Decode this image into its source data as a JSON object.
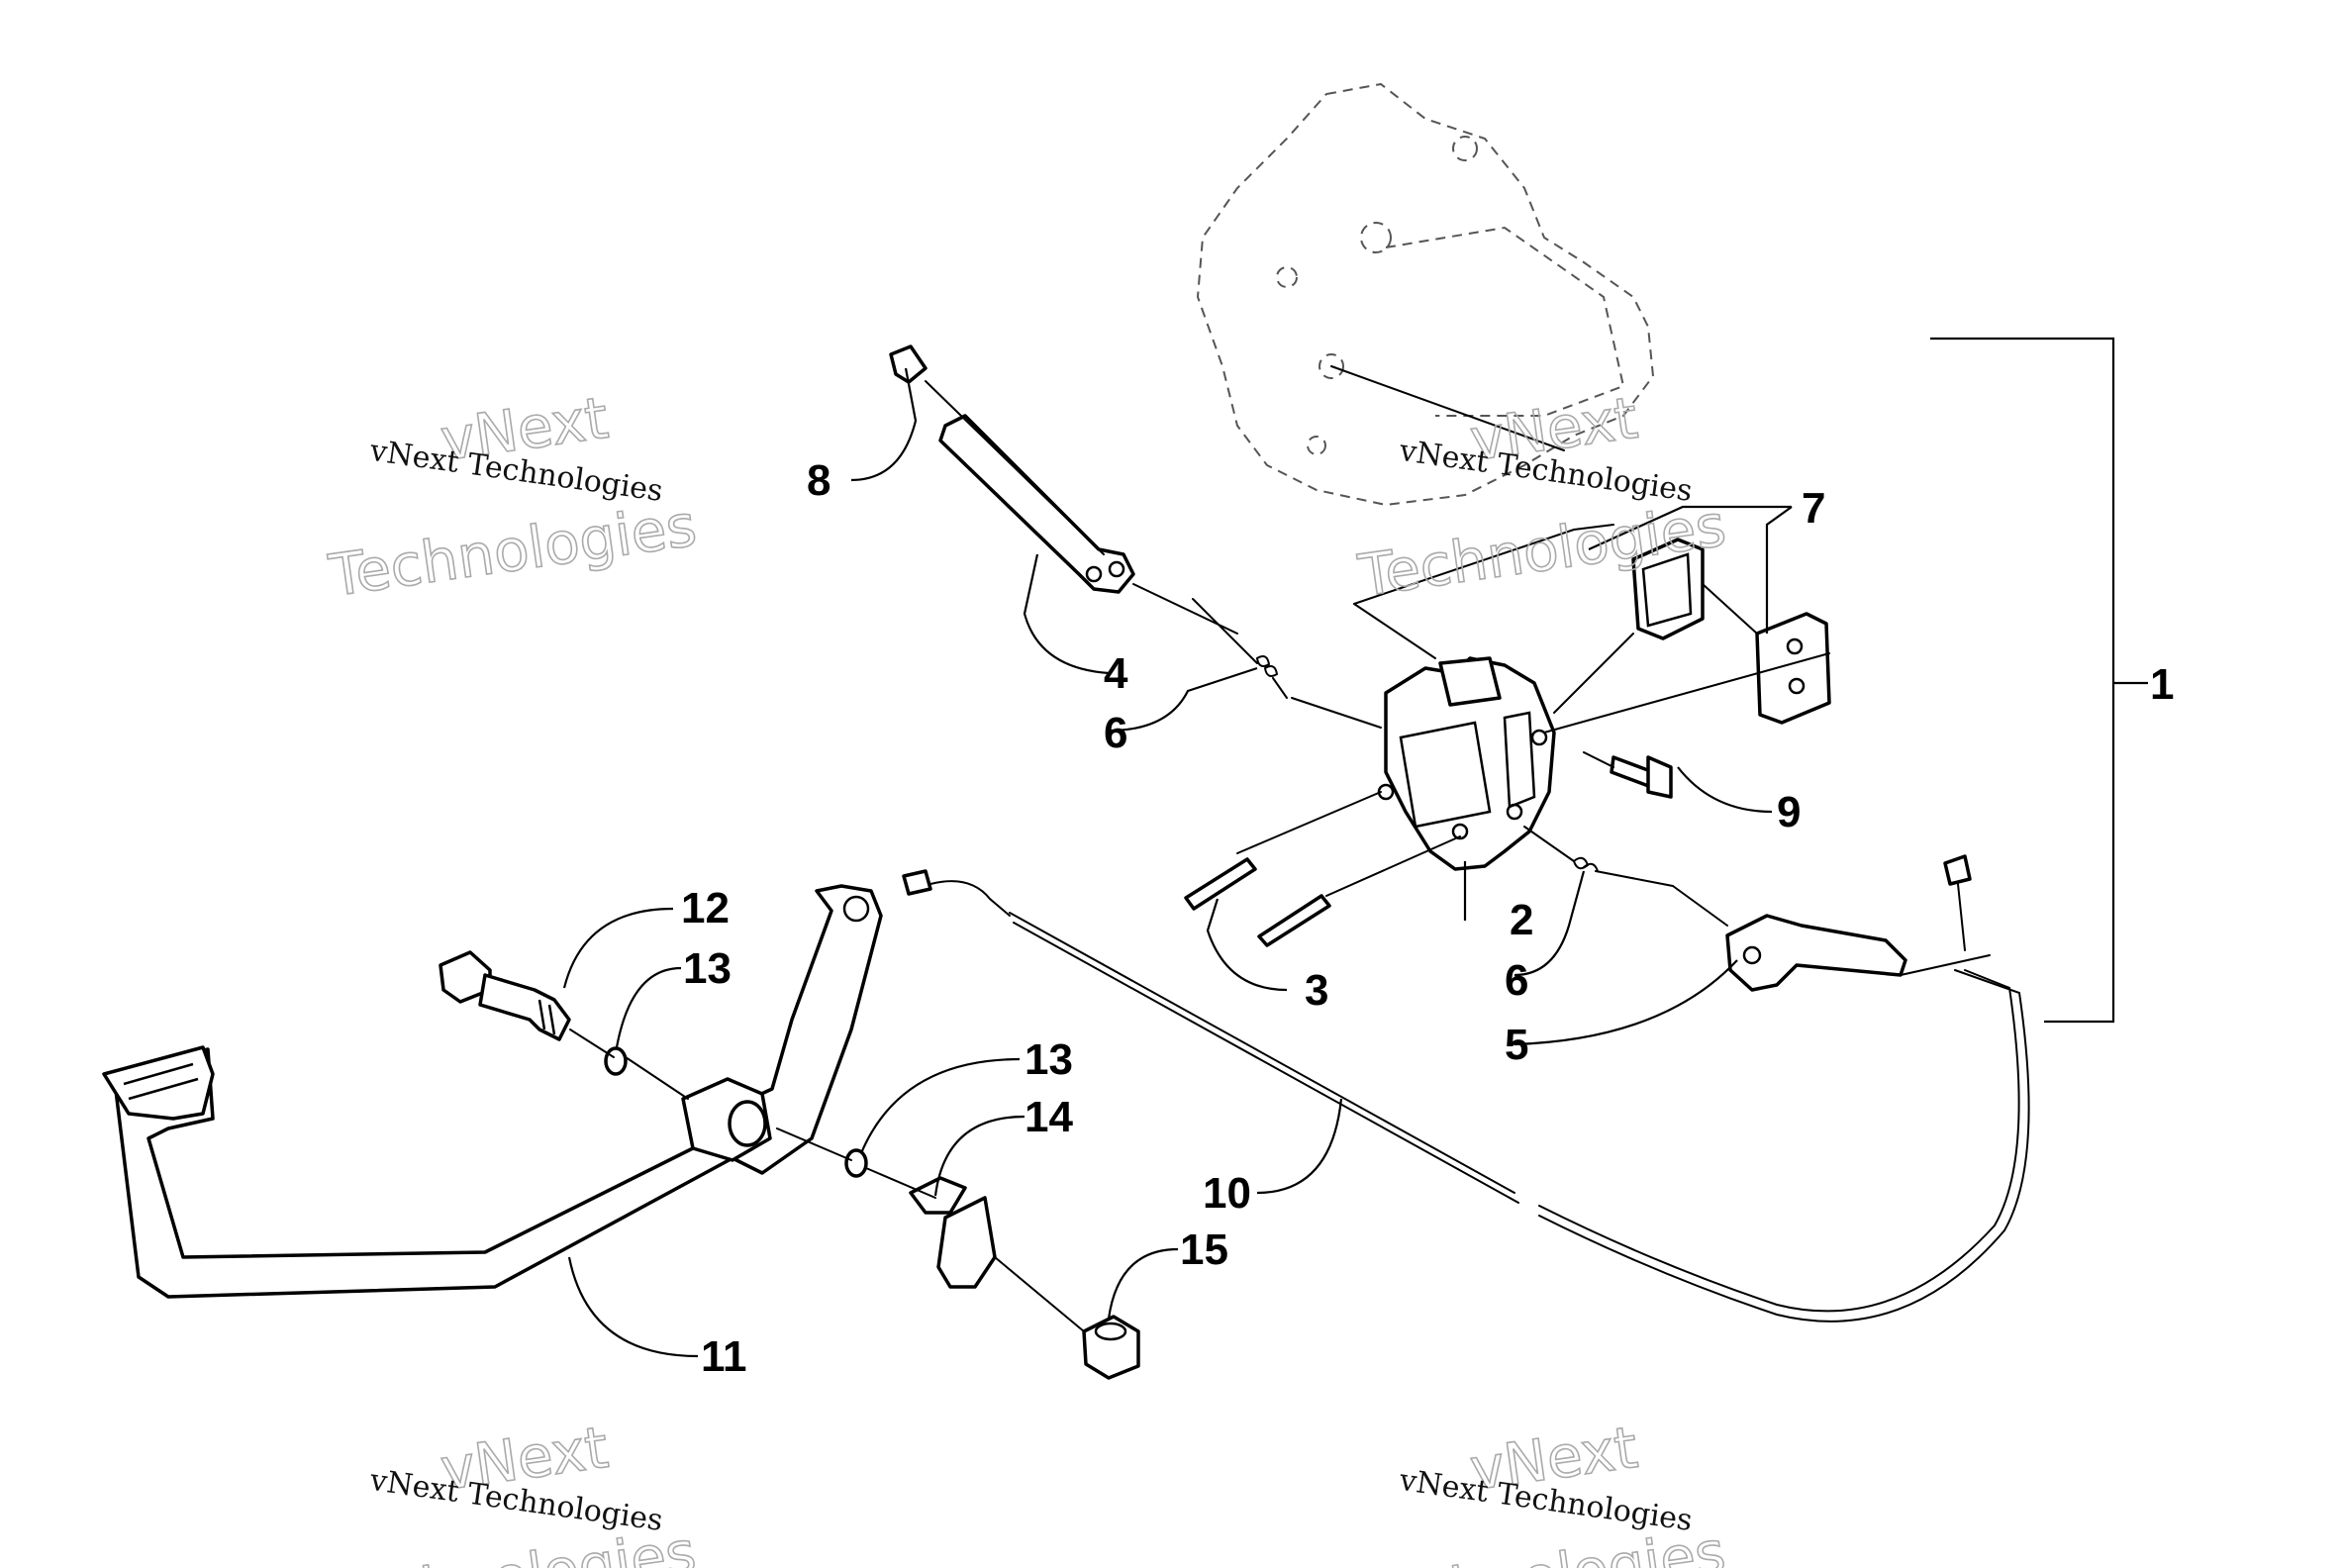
{
  "callouts": {
    "c1": "1",
    "c2": "2",
    "c3": "3",
    "c4": "4",
    "c5": "5",
    "c6a": "6",
    "c6b": "6",
    "c7": "7",
    "c8": "8",
    "c9": "9",
    "c10": "10",
    "c11": "11",
    "c12": "12",
    "c13a": "13",
    "c13b": "13",
    "c14": "14",
    "c15": "15"
  },
  "watermark": {
    "line_small": "vNext Technologies",
    "line_brand": "vNext",
    "line_large": "Technologies"
  },
  "colors": {
    "line": "#000000",
    "background": "#ffffff",
    "watermark_outline": "#aaaaaa"
  }
}
